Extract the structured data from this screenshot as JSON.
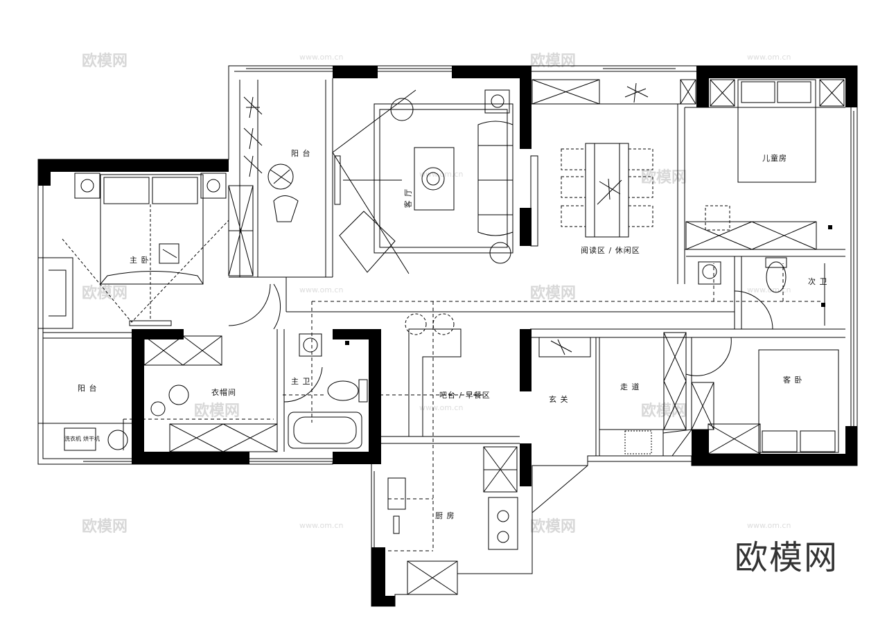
{
  "watermark": {
    "text": "欧模网",
    "url": "www.om.cn"
  },
  "brand": "欧模网",
  "rooms": {
    "balcony_top": "阳 台",
    "living": "客 厅",
    "reading": "阅读区 / 休闲区",
    "kids": "儿童房",
    "master": "主 卧",
    "second_bath": "次 卫",
    "balcony_left": "阳 台",
    "closet": "衣帽间",
    "master_bath": "主 卫",
    "bar": "吧台 / 早餐区",
    "foyer": "玄 关",
    "corridor": "走 道",
    "guest": "客 卧",
    "kitchen": "厨 房",
    "washer": "洗衣机",
    "dryer": "烘干机"
  }
}
